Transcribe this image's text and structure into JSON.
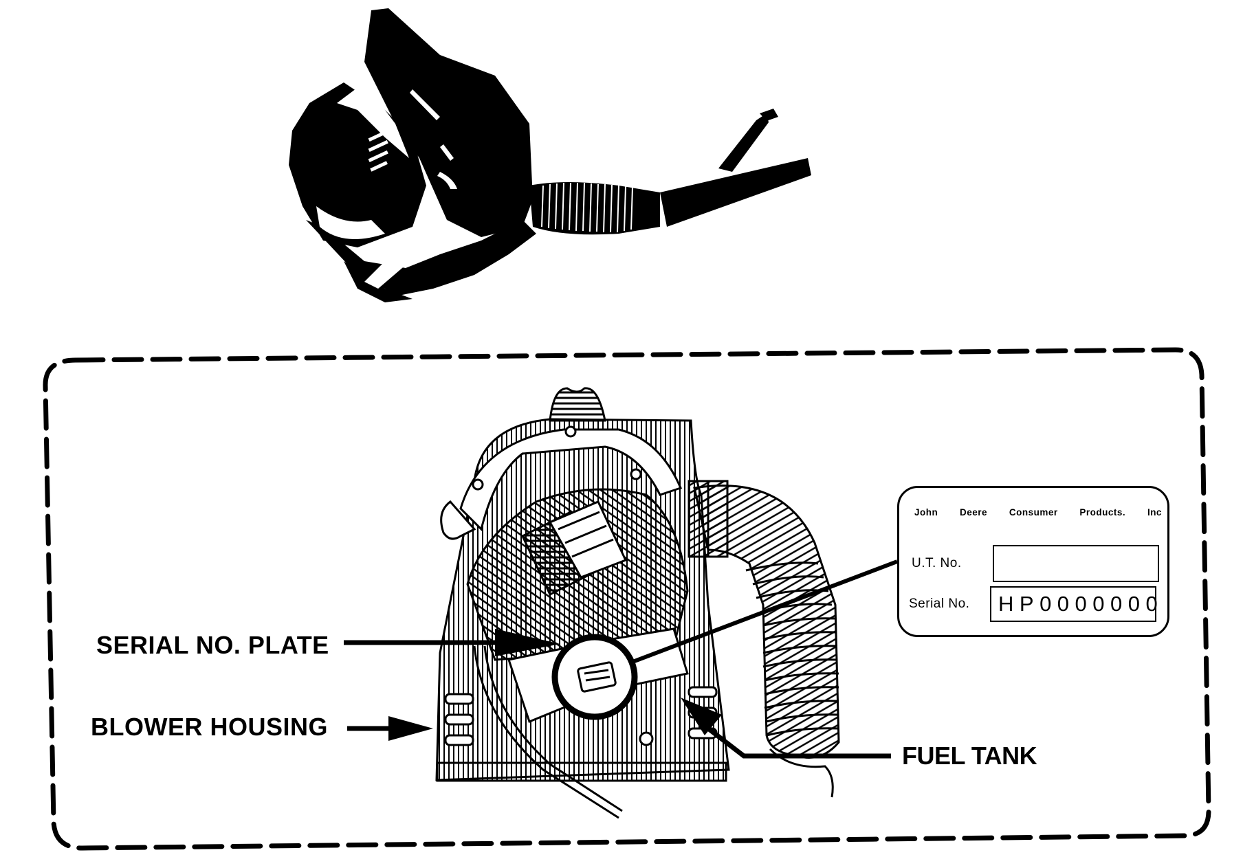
{
  "figure": {
    "photo": {
      "subject": "backpack-blower-photo"
    },
    "callouts": {
      "serial_plate": "SERIAL NO. PLATE",
      "blower_housing": "BLOWER HOUSING",
      "fuel_tank": "FUEL TANK"
    },
    "serial_plate_detail": {
      "manufacturer_words": [
        "John",
        "Deere",
        "Consumer",
        "Products.",
        "Inc"
      ],
      "ut_label": "U.T. No.",
      "ut_value": "",
      "serial_label": "Serial No.",
      "serial_value": "HP0000000"
    }
  },
  "colors": {
    "ink": "#000000",
    "paper": "#ffffff"
  }
}
